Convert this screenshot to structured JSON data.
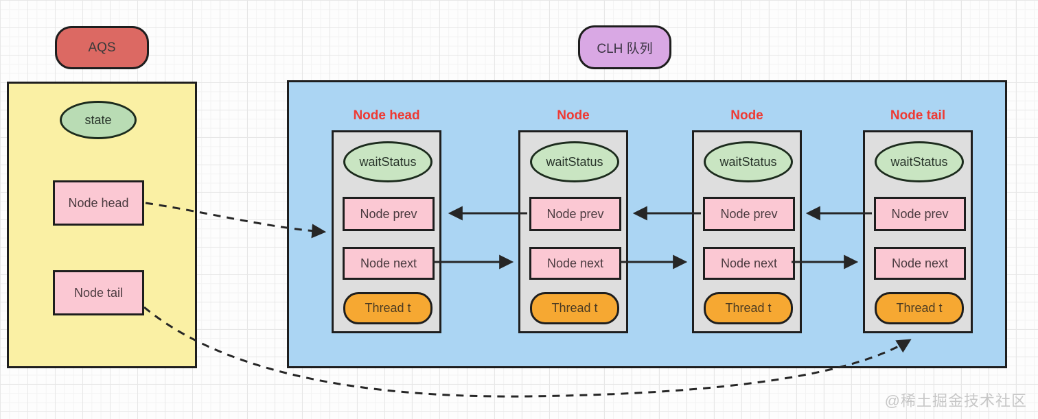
{
  "badges": {
    "aqs": "AQS",
    "clh": "CLH 队列"
  },
  "aqs_box": {
    "state_label": "state",
    "head_label": "Node head",
    "tail_label": "Node tail"
  },
  "queue": {
    "nodes": [
      {
        "title": "Node head",
        "wait_status": "waitStatus",
        "prev": "Node prev",
        "next": "Node next",
        "thread": "Thread t"
      },
      {
        "title": "Node",
        "wait_status": "waitStatus",
        "prev": "Node prev",
        "next": "Node next",
        "thread": "Thread t"
      },
      {
        "title": "Node",
        "wait_status": "waitStatus",
        "prev": "Node prev",
        "next": "Node next",
        "thread": "Thread t"
      },
      {
        "title": "Node tail",
        "wait_status": "waitStatus",
        "prev": "Node prev",
        "next": "Node next",
        "thread": "Thread t"
      }
    ]
  },
  "watermark": "@稀土掘金技术社区",
  "colors": {
    "aqs_badge": "#dc6963",
    "clh_badge": "#d9a8e4",
    "aqs_container": "#faf0a4",
    "queue_container": "#abd5f3",
    "node_container": "#dedede",
    "green_ellipse": "#c9e5c2",
    "pink_box": "#fbc8d3",
    "orange_thread": "#f6a832",
    "node_title_red": "#ee3a33",
    "stroke": "#1e1e1e"
  }
}
